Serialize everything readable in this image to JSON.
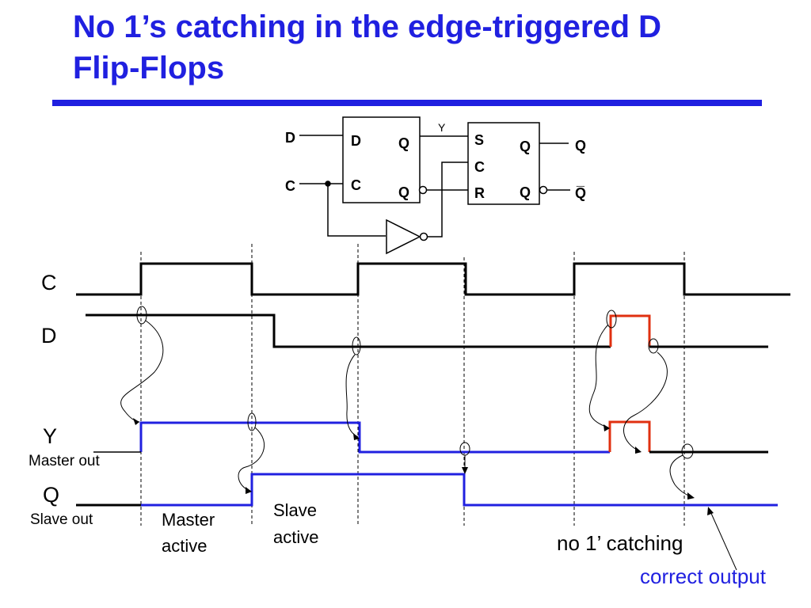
{
  "slide": {
    "title_line1": "No 1’s catching in the edge-triggered D",
    "title_line2": "Flip-Flops",
    "accent_color": "#2020e0"
  },
  "circuit": {
    "input_d": "D",
    "input_c": "C",
    "master": {
      "pin_d": "D",
      "pin_c": "C",
      "pin_q": "Q",
      "pin_qbar": "Q"
    },
    "slave": {
      "pin_s": "S",
      "pin_c": "C",
      "pin_r": "R",
      "pin_q": "Q",
      "pin_qbar": "Q"
    },
    "wire_y": "Y",
    "output_q": "Q",
    "output_qbar": "Q̅"
  },
  "waveforms": {
    "labels": {
      "c": "C",
      "d": "D",
      "y": "Y",
      "y_sub": "Master out",
      "q": "Q",
      "q_sub": "Slave out"
    },
    "annotations": {
      "master_active": [
        "Master",
        "active"
      ],
      "slave_active": [
        "Slave",
        "active"
      ],
      "no_catching": "no 1’ catching",
      "correct_output": "correct output"
    },
    "colors": {
      "normal": "#000000",
      "master_slave": "#2020e0",
      "glitch": "#e03010"
    }
  }
}
